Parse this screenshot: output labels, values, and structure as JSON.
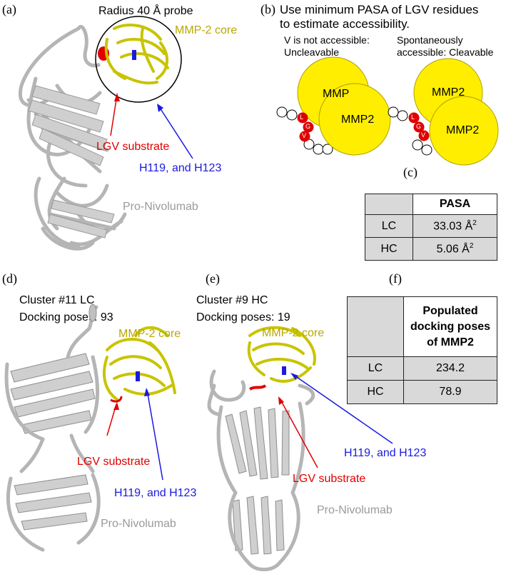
{
  "panels": {
    "a": {
      "label": "(a)",
      "probe_label": "Radius 40 Å probe",
      "core_label": "MMP-2 core",
      "substrate_label": "LGV substrate",
      "his_label": "H119, and H123",
      "antibody_label": "Pro-Nivolumab"
    },
    "b": {
      "label": "(b)",
      "title_line1": "Use minimum PASA of LGV residues",
      "title_line2": "to estimate accessibility.",
      "left_caption_line1": "V is not accessible:",
      "left_caption_line2": "Uncleavable",
      "right_caption_line1": "Spontaneously",
      "right_caption_line2": "accessible: Cleavable",
      "mmp_label": "MMP2",
      "mmp_label_partial": "MMP",
      "residues": [
        "L",
        "G",
        "V"
      ]
    },
    "c": {
      "label": "(c)",
      "header": "PASA",
      "rows": [
        {
          "name": "LC",
          "value": "33.03 Å",
          "sup": "2"
        },
        {
          "name": "HC",
          "value": "5.06 Å",
          "sup": "2"
        }
      ]
    },
    "d": {
      "label": "(d)",
      "cluster": "Cluster #11 LC",
      "poses": "Docking poses: 93",
      "core_label": "MMP-2 core",
      "substrate_label": "LGV substrate",
      "his_label": "H119, and H123",
      "antibody_label": "Pro-Nivolumab"
    },
    "e": {
      "label": "(e)",
      "cluster": "Cluster #9 HC",
      "poses": "Docking poses: 19",
      "core_label": "MMP-2 core",
      "substrate_label": "LGV substrate",
      "his_label": "H119, and H123",
      "antibody_label": "Pro-Nivolumab"
    },
    "f": {
      "label": "(f)",
      "header_line1": "Populated",
      "header_line2": "docking poses",
      "header_line3": "of MMP2",
      "rows": [
        {
          "name": "LC",
          "value": "234.2"
        },
        {
          "name": "HC",
          "value": "78.9"
        }
      ]
    }
  },
  "colors": {
    "protein_gray": "#bdbdbd",
    "mmp_yellow": "#c8c400",
    "circle_yellow": "#ffee00",
    "residue_red": "#e00000",
    "his_blue": "#1a1ae0"
  }
}
